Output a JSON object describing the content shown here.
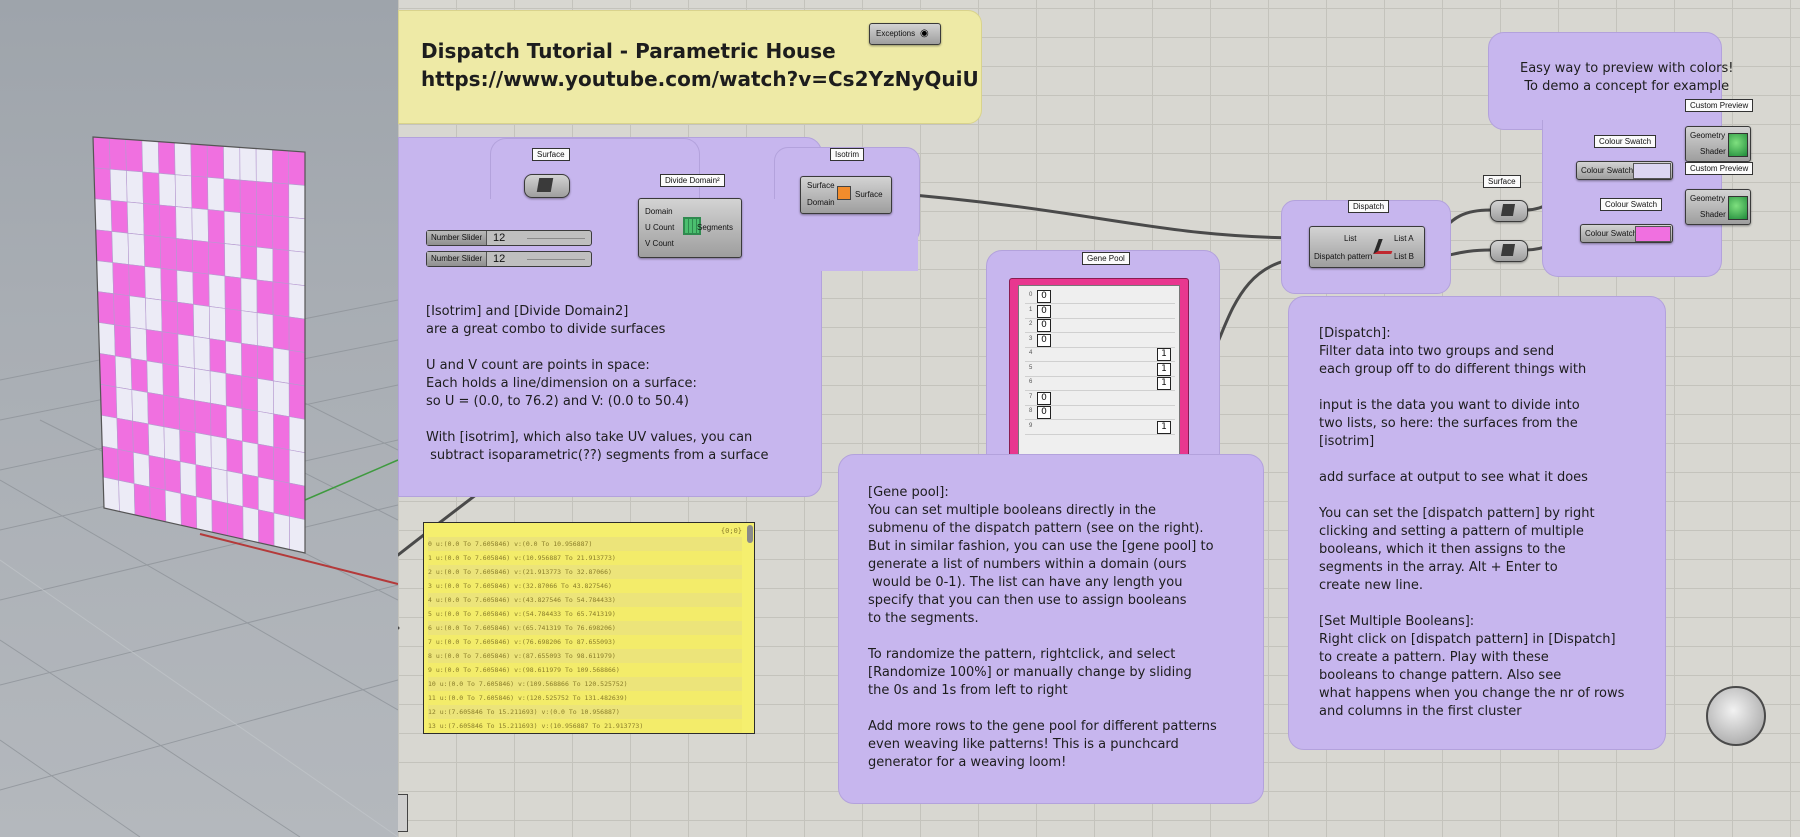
{
  "viewport": {
    "cells": [
      "1110101100011",
      "1001001011110",
      "0101100101110",
      "1001111101010",
      "0110101010110",
      "1100110010011",
      "0101100101101",
      "1010100011001",
      "1001111101010",
      "0110010010110",
      "1101101001011",
      "0011010110100"
    ]
  },
  "title_note": {
    "line1": "Dispatch Tutorial - Parametric House",
    "line2": "https://www.youtube.com/watch?v=Cs2YzNyQuiU"
  },
  "exceptions_label": "Exceptions",
  "components": {
    "surface_param": "Surface",
    "divide_domain": {
      "title": "Divide Domain²",
      "in1": "Domain",
      "in2": "U Count",
      "in3": "V Count",
      "out": "Segments"
    },
    "isotrim": {
      "title": "Isotrim",
      "in1": "Surface",
      "in2": "Domain",
      "out": "Surface"
    },
    "slider1": {
      "label": "Number Slider",
      "value": "12"
    },
    "slider2": {
      "label": "Number Slider",
      "value": "12"
    },
    "gene_pool": {
      "title": "Gene Pool"
    },
    "dispatch": {
      "title": "Dispatch",
      "in1": "List",
      "in2": "Dispatch pattern",
      "out1": "List A",
      "out2": "List B"
    },
    "surface_out": "Surface",
    "swatch1": {
      "title": "Colour Swatch",
      "label": "Colour Swatch",
      "color": "#dcd6f2"
    },
    "swatch2": {
      "title": "Colour Swatch",
      "label": "Colour Swatch",
      "color": "#f070e0"
    },
    "preview1": {
      "title": "Custom Preview",
      "in1": "Geometry",
      "in2": "Shader"
    },
    "preview2": {
      "title": "Custom Preview",
      "in1": "Geometry",
      "in2": "Shader"
    }
  },
  "gene_pool_rows": [
    {
      "idx": "0",
      "val": "0",
      "side": "left"
    },
    {
      "idx": "1",
      "val": "0",
      "side": "left"
    },
    {
      "idx": "2",
      "val": "0",
      "side": "left"
    },
    {
      "idx": "3",
      "val": "0",
      "side": "left"
    },
    {
      "idx": "4",
      "val": "1",
      "side": "right"
    },
    {
      "idx": "5",
      "val": "1",
      "side": "right"
    },
    {
      "idx": "6",
      "val": "1",
      "side": "right"
    },
    {
      "idx": "7",
      "val": "0",
      "side": "left"
    },
    {
      "idx": "8",
      "val": "0",
      "side": "left"
    },
    {
      "idx": "9",
      "val": "1",
      "side": "right"
    }
  ],
  "panel": {
    "path": "{0;0}",
    "rows": [
      "0 u:(0.0 To 7.605846) v:(0.0 To 10.956887)",
      "1 u:(0.0 To 7.605846) v:(10.956887 To 21.913773)",
      "2 u:(0.0 To 7.605846) v:(21.913773 To 32.87066)",
      "3 u:(0.0 To 7.605846) v:(32.87066 To 43.827546)",
      "4 u:(0.0 To 7.605846) v:(43.827546 To 54.784433)",
      "5 u:(0.0 To 7.605846) v:(54.784433 To 65.741319)",
      "6 u:(0.0 To 7.605846) v:(65.741319 To 76.698206)",
      "7 u:(0.0 To 7.605846) v:(76.698206 To 87.655093)",
      "8 u:(0.0 To 7.605846) v:(87.655093 To 98.611979)",
      "9 u:(0.0 To 7.605846) v:(98.611979 To 109.568866)",
      "10 u:(0.0 To 7.605846) v:(109.568866 To 120.525752)",
      "11 u:(0.0 To 7.605846) v:(120.525752 To 131.482639)",
      "12 u:(7.605846 To 15.211693) v:(0.0 To 10.956887)",
      "13 u:(7.605846 To 15.211693) v:(10.956887 To 21.913773)"
    ]
  },
  "notes": {
    "isotrim": "[Isotrim] and [Divide Domain2]\nare a great combo to divide surfaces\n\nU and V count are points in space:\nEach holds a line/dimension on a surface:\nso U = (0.0, to 76.2) and V: (0.0 to 50.4)\n\nWith [isotrim], which also take UV values, you can\n subtract isoparametric(??) segments from a surface",
    "gene_pool": "[Gene pool]:\nYou can set multiple booleans directly in the\nsubmenu of the dispatch pattern (see on the right).\nBut in similar fashion, you can use the [gene pool] to\ngenerate a list of numbers within a domain (ours\n would be 0-1). The list can have any length you\nspecify that you can then use to assign booleans\nto the segments.\n\nTo randomize the pattern, rightclick, and select\n[Randomize 100%] or manually change by sliding\nthe 0s and 1s from left to right\n\nAdd more rows to the gene pool for different patterns\neven weaving like patterns! This is a punchcard\ngenerator for a weaving loom!",
    "dispatch": "[Dispatch]:\nFilter data into two groups and send\neach group off to do different things with\n\ninput is the data you want to divide into\ntwo lists, so here: the surfaces from the\n[isotrim]\n\nadd surface at output to see what it does\n\nYou can set the [dispatch pattern] by right\nclicking and setting a pattern of multiple\nbooleans, which it then assigns to the\nsegments in the array. Alt + Enter to\ncreate new line.\n\n[Set Multiple Booleans]:\nRight click on [dispatch pattern] in [Dispatch]\nto create a pattern. Play with these\nbooleans to change pattern. Also see\nwhat happens when you change the nr of rows\nand columns in the first cluster",
    "preview": "Easy way to preview with colors!\nTo demo a concept for example"
  },
  "colors": {
    "accent_pink": "#f070e0",
    "group_purple": "#c7b6ee",
    "note_yellow": "#eeeaa6",
    "panel_yellow": "#f5ef6e"
  }
}
